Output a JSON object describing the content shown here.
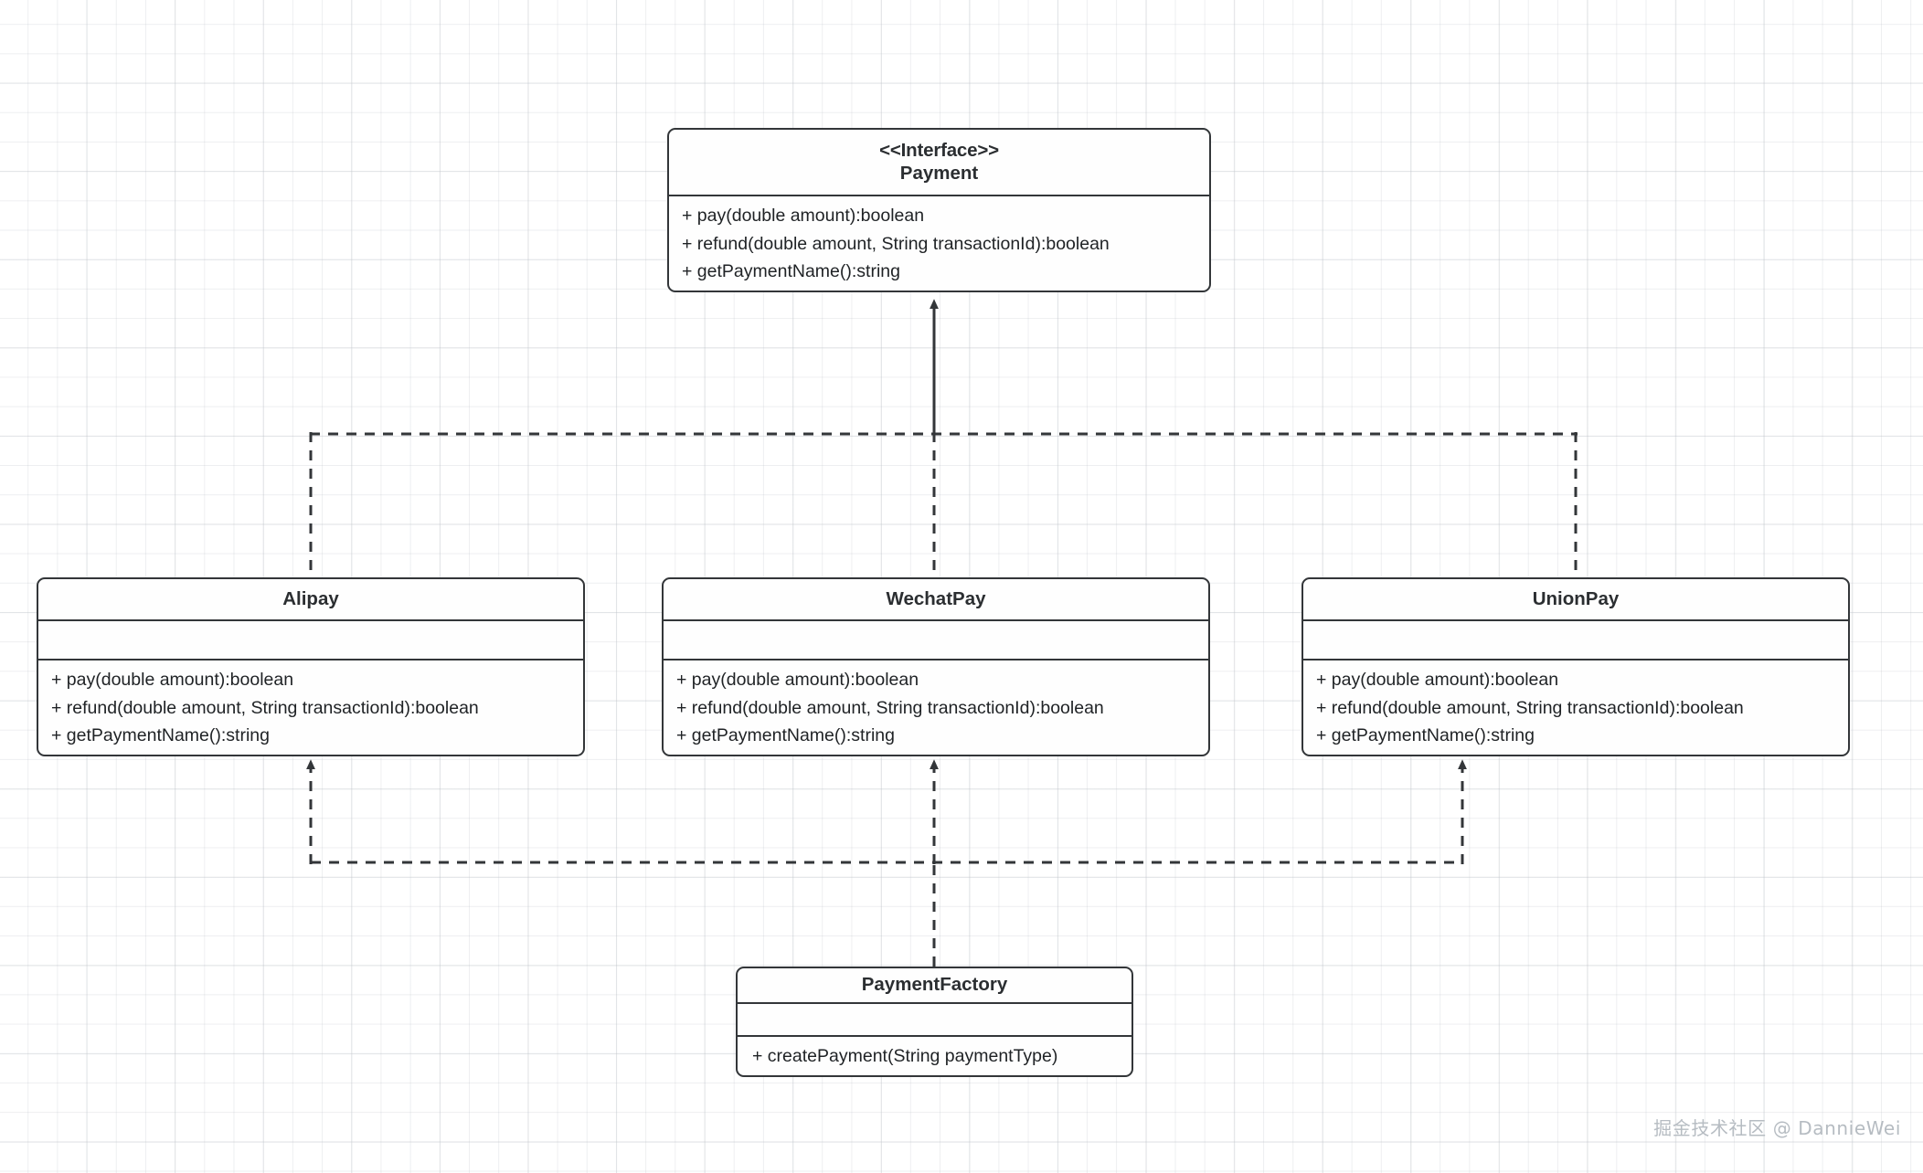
{
  "diagram": {
    "title": "Payment factory UML class diagram",
    "type": "uml-class-diagram",
    "background": "#ffffff",
    "grid_color": "#eef0f2",
    "stroke_color": "#333639",
    "text_color": "#1f2225"
  },
  "classes": {
    "payment": {
      "stereotype": "<<Interface>>",
      "name": "Payment",
      "attributes": [],
      "methods": [
        "+ pay(double amount):boolean",
        "+ refund(double amount, String transactionId):boolean",
        "+ getPaymentName():string"
      ]
    },
    "alipay": {
      "stereotype": "",
      "name": "Alipay",
      "attributes": [],
      "methods": [
        "+ pay(double amount):boolean",
        "+ refund(double amount, String transactionId):boolean",
        "+ getPaymentName():string"
      ]
    },
    "wechatpay": {
      "stereotype": "",
      "name": "WechatPay",
      "attributes": [],
      "methods": [
        "+ pay(double amount):boolean",
        "+ refund(double amount, String transactionId):boolean",
        "+ getPaymentName():string"
      ]
    },
    "unionpay": {
      "stereotype": "",
      "name": "UnionPay",
      "attributes": [],
      "methods": [
        "+ pay(double amount):boolean",
        "+ refund(double amount, String transactionId):boolean",
        "+ getPaymentName():string"
      ]
    },
    "paymentfactory": {
      "stereotype": "",
      "name": "PaymentFactory",
      "attributes": [],
      "methods": [
        "+ createPayment(String paymentType)"
      ]
    }
  },
  "relationships": [
    {
      "kind": "realization",
      "style": "dashed",
      "arrowhead": "closed-triangle",
      "from": "Alipay",
      "to": "Payment"
    },
    {
      "kind": "realization",
      "style": "dashed",
      "arrowhead": "closed-triangle",
      "from": "WechatPay",
      "to": "Payment"
    },
    {
      "kind": "realization",
      "style": "dashed",
      "arrowhead": "closed-triangle",
      "from": "UnionPay",
      "to": "Payment"
    },
    {
      "kind": "dependency",
      "style": "dashed",
      "arrowhead": "closed-triangle",
      "from": "PaymentFactory",
      "to": "Alipay"
    },
    {
      "kind": "dependency",
      "style": "dashed",
      "arrowhead": "closed-triangle",
      "from": "PaymentFactory",
      "to": "WechatPay"
    },
    {
      "kind": "dependency",
      "style": "dashed",
      "arrowhead": "closed-triangle",
      "from": "PaymentFactory",
      "to": "UnionPay"
    }
  ],
  "watermark": {
    "text": "掘金技术社区 @ DannieWei"
  }
}
